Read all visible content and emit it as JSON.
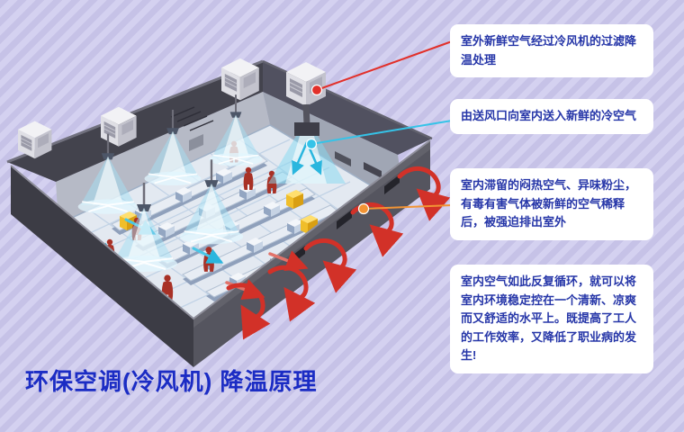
{
  "palette": {
    "bg-base": "#c6c2e7",
    "bg-stripe": "#d4d1f0",
    "title-color": "#1b2cc4",
    "callout-bg": "#ffffff",
    "callout-text": "#2636a8"
  },
  "title": {
    "text": "环保空调(冷风机) 降温原理"
  },
  "callouts": [
    {
      "text": "室外新鲜空气经过冷风机的过滤降温处理",
      "connector_color": "#e2302a"
    },
    {
      "text": "由送风口向室内送入新鲜的冷空气",
      "connector_color": "#35c3e8"
    },
    {
      "text": "室内滞留的闷热空气、异味粉尘，有毒有害气体被新鲜的空气稀释后，被强迫排出室外",
      "connector_color": "#f29434"
    },
    {
      "text": "室内空气如此反复循环，就可以将室内环境稳定控在一个清新、凉爽而又舒适的水平上。既提高了工人的工作效率，又降低了职业病的发生!"
    }
  ]
}
